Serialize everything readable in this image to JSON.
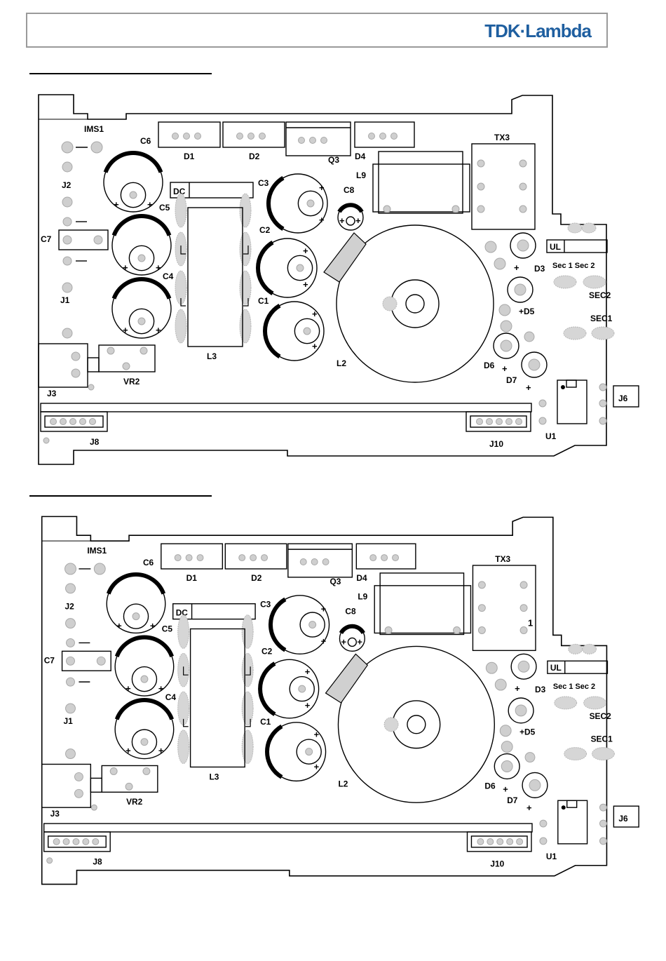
{
  "header": {
    "logo": "TDK·Lambda",
    "logo_color": "#1f5fa0"
  },
  "boards": [
    {
      "labels": {
        "ims1": "IMS1",
        "c6": "C6",
        "d1": "D1",
        "d2": "D2",
        "q3": "Q3",
        "d4": "D4",
        "tx3": "TX3",
        "j2": "J2",
        "dc": "DC",
        "c3": "C3",
        "c8": "C8",
        "l9": "L9",
        "c5": "C5",
        "c7": "C7",
        "c2": "C2",
        "ul": "UL",
        "d3": "D3",
        "sec": "Sec 1 Sec 2",
        "j1": "J1",
        "c4": "C4",
        "c1": "C1",
        "d5": "+D5",
        "sec2": "SEC2",
        "sec1": "SEC1",
        "l3": "L3",
        "l2": "L2",
        "d6": "D6",
        "d7": "D7",
        "vr2": "VR2",
        "j3": "J3",
        "j6": "J6",
        "j8": "J8",
        "j10": "J10",
        "u1": "U1",
        "tx3_pin": ""
      }
    },
    {
      "labels": {
        "ims1": "IMS1",
        "c6": "C6",
        "d1": "D1",
        "d2": "D2",
        "q3": "Q3",
        "d4": "D4",
        "tx3": "TX3",
        "j2": "J2",
        "dc": "DC",
        "c3": "C3",
        "c8": "C8",
        "l9": "L9",
        "c5": "C5",
        "c7": "C7",
        "c2": "C2",
        "ul": "UL",
        "d3": "D3",
        "sec": "Sec 1 Sec 2",
        "j1": "J1",
        "c4": "C4",
        "c1": "C1",
        "d5": "+D5",
        "sec2": "SEC2",
        "sec1": "SEC1",
        "l3": "L3",
        "l2": "L2",
        "d6": "D6",
        "d7": "D7",
        "vr2": "VR2",
        "j3": "J3",
        "j6": "J6",
        "j8": "J8",
        "j10": "J10",
        "u1": "U1",
        "tx3_pin": "1"
      }
    }
  ]
}
